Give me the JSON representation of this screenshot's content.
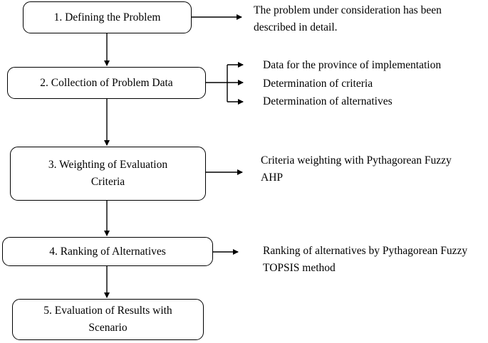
{
  "steps": [
    {
      "label": "1. Defining the Problem",
      "notes": [
        "The problem under consideration has been",
        "described in detail."
      ]
    },
    {
      "label": "2. Collection of Problem Data",
      "notes": [
        "Data for the province of implementation",
        "Determination of criteria",
        "Determination of alternatives"
      ]
    },
    {
      "label": "3. Weighting of Evaluation Criteria",
      "notes": [
        "Criteria weighting with Pythagorean Fuzzy",
        "AHP"
      ]
    },
    {
      "label": "4. Ranking of Alternatives",
      "notes": [
        "Ranking of alternatives by Pythagorean Fuzzy",
        "TOPSIS method"
      ]
    },
    {
      "label": "5. Evaluation of Results with Scenario",
      "notes": []
    }
  ]
}
